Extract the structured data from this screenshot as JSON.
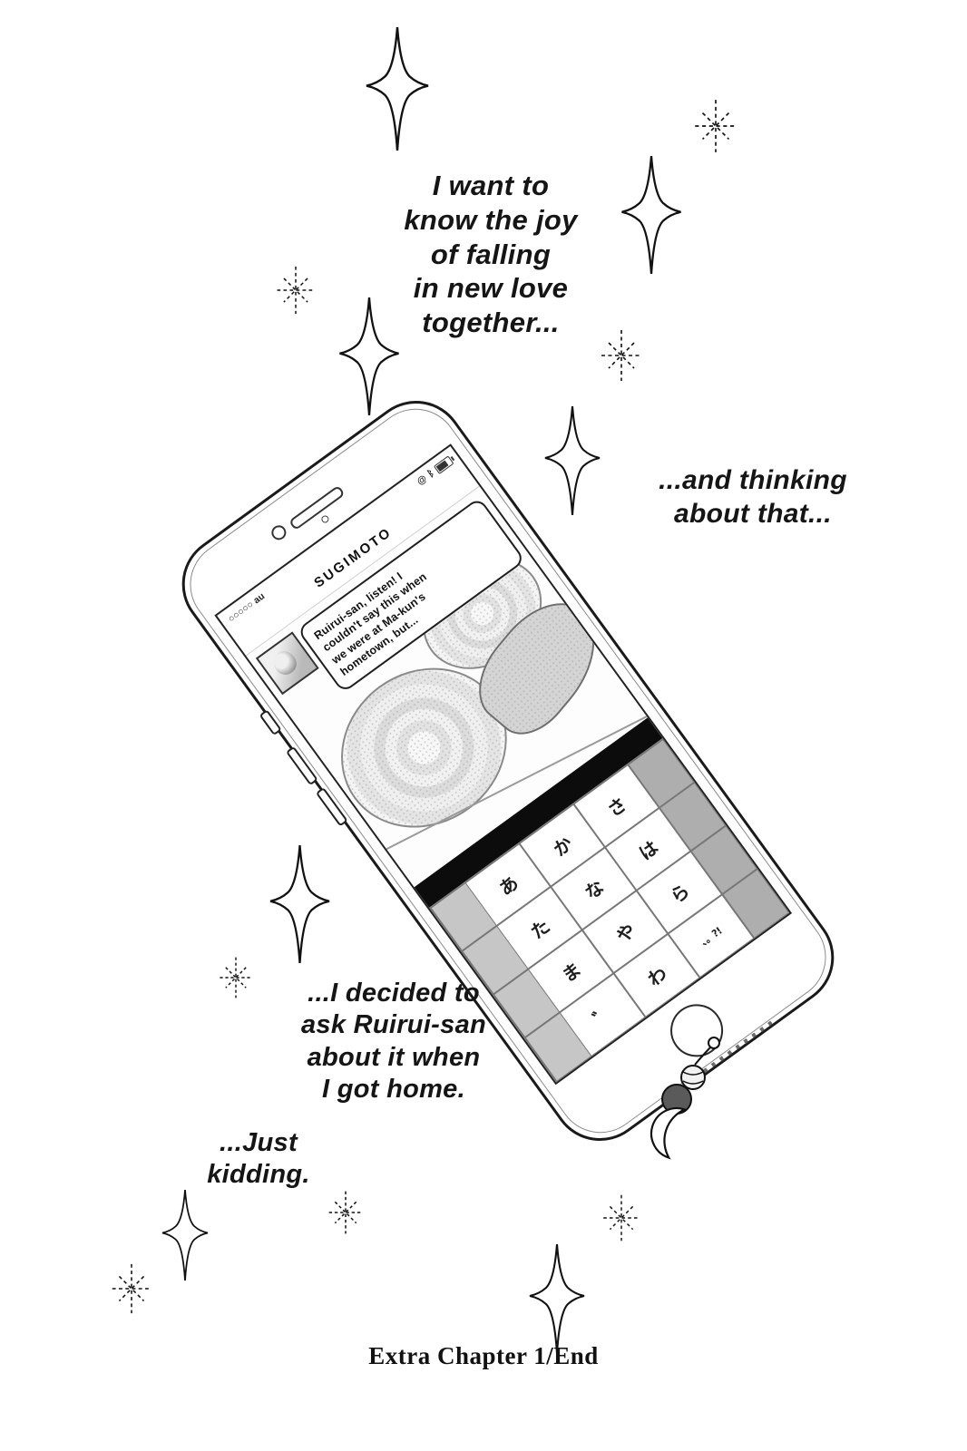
{
  "narration": {
    "opening": "I want to\nknow the joy\nof falling\nin new love\ntogether...",
    "thinking": "...and thinking\nabout that...",
    "decided": "...I decided to\nask Ruirui-san\nabout it when\nI got home.",
    "kidding": "...Just\nkidding.",
    "chapter_end": "Extra Chapter 1/End"
  },
  "phone": {
    "status_bar": {
      "signal_dots": "○○○○○",
      "carrier": "au",
      "at_icon": "@",
      "bluetooth_icon": "ᛒ"
    },
    "contact_name": "SUGIMOTO",
    "message_bubble": "Ruirui-san, listen! I\ncouldn't say this when\nwe were at Ma-kun's\nhometown, but...",
    "keyboard": {
      "rows": [
        [
          "あ",
          "か",
          "さ"
        ],
        [
          "た",
          "な",
          "は"
        ],
        [
          "ま",
          "や",
          "ら"
        ],
        [
          "゛",
          "わ",
          "、。?!"
        ]
      ]
    }
  },
  "colors": {
    "ink": "#111111",
    "paper": "#ffffff",
    "keyboard_bar": "#0c0c0c",
    "key_gray": "#c6c6c6"
  }
}
